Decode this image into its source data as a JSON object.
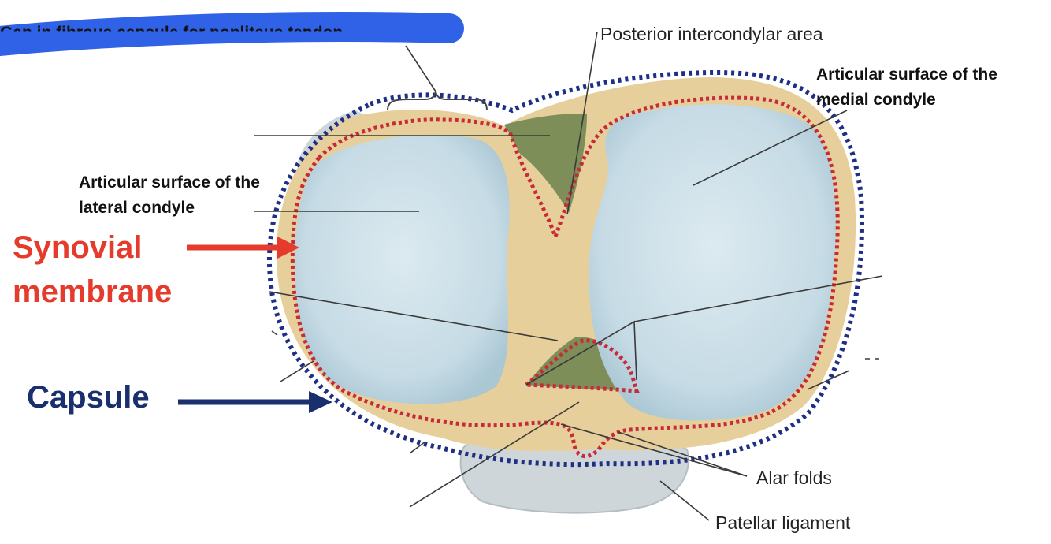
{
  "header_note": "Gap in fibrous capsule for popliteus tendon",
  "labels": {
    "posterior_intercondylar": "Posterior intercondylar area",
    "medial_condyle": "Articular surface of the medial condyle",
    "lateral_condyle": "Articular surface of the lateral condyle",
    "synovial_membrane": "Synovial membrane",
    "capsule": "Capsule",
    "alar_folds": "Alar folds",
    "patellar_ligament": "Patellar ligament"
  },
  "colors": {
    "synovial": "#e53b2c",
    "capsule": "#1a2f6e",
    "highlighter": "#2f62e6",
    "bone": "#e7cf9b",
    "cartilage": "#c9dde6",
    "fat_pad": "#7d8e59"
  }
}
